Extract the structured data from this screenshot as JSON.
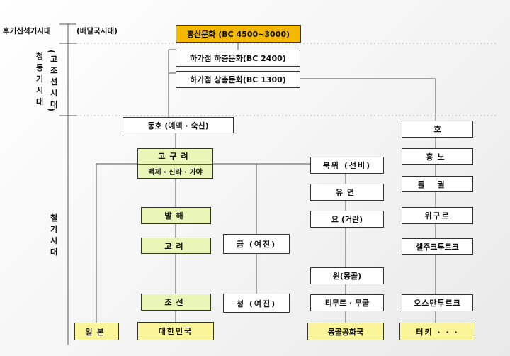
{
  "eras": {
    "neolithic": "후기신석기시대",
    "neolithic_sub": "(배달국시대)",
    "bronze": "청동기시대",
    "bronze_sub": "고조선시대",
    "iron": "철기시대"
  },
  "nodes": {
    "hongshan": "홍산문화 (BC 4500~3000)",
    "xiajiadian_lower": "하가점 하층문화(BC 2400)",
    "xiajiadian_upper": "하가점 상층문화(BC 1300)",
    "dongho": "동호 (예맥 · 숙신)",
    "goguryeo": "고구려",
    "three_kingdoms": "백제 · 신라 · 가야",
    "balhae": "발해",
    "goryeo": "고려",
    "joseon": "조선",
    "korea": "대한민국",
    "japan": "일본",
    "jin": "금 (여진)",
    "qing": "청 (여진)",
    "northern_wei": "북위 (선비)",
    "rouran": "유연",
    "liao": "요 (거란)",
    "yuan": "원(몽골)",
    "timurid_mughal": "티무르 · 무굴",
    "mongolia": "몽골공화국",
    "hu": "호",
    "xiongnu": "흉노",
    "gokturk": "돌궐",
    "uyghur": "위구르",
    "seljuk": "셀주크투르크",
    "ottoman": "오스만투르크",
    "turkey": "터키 · · ·"
  }
}
